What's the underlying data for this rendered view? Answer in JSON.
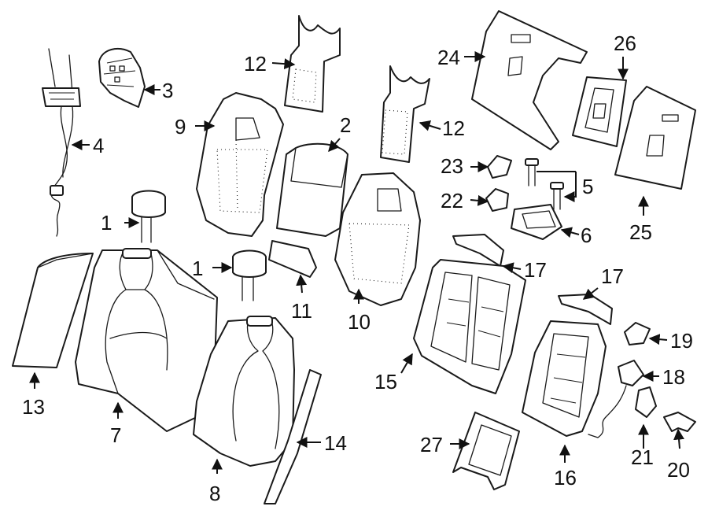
{
  "diagram": {
    "labels": [
      {
        "id": "l1a",
        "text": "1"
      },
      {
        "id": "l1b",
        "text": "1"
      },
      {
        "id": "l2",
        "text": "2"
      },
      {
        "id": "l3",
        "text": "3"
      },
      {
        "id": "l4",
        "text": "4"
      },
      {
        "id": "l5",
        "text": "5"
      },
      {
        "id": "l6",
        "text": "6"
      },
      {
        "id": "l7",
        "text": "7"
      },
      {
        "id": "l8",
        "text": "8"
      },
      {
        "id": "l9",
        "text": "9"
      },
      {
        "id": "l10",
        "text": "10"
      },
      {
        "id": "l11",
        "text": "11"
      },
      {
        "id": "l12a",
        "text": "12"
      },
      {
        "id": "l12b",
        "text": "12"
      },
      {
        "id": "l13",
        "text": "13"
      },
      {
        "id": "l14",
        "text": "14"
      },
      {
        "id": "l15",
        "text": "15"
      },
      {
        "id": "l16",
        "text": "16"
      },
      {
        "id": "l17a",
        "text": "17"
      },
      {
        "id": "l17b",
        "text": "17"
      },
      {
        "id": "l18",
        "text": "18"
      },
      {
        "id": "l19",
        "text": "19"
      },
      {
        "id": "l20",
        "text": "20"
      },
      {
        "id": "l21",
        "text": "21"
      },
      {
        "id": "l22",
        "text": "22"
      },
      {
        "id": "l23",
        "text": "23"
      },
      {
        "id": "l24",
        "text": "24"
      },
      {
        "id": "l25",
        "text": "25"
      },
      {
        "id": "l26",
        "text": "26"
      },
      {
        "id": "l27",
        "text": "27"
      }
    ]
  }
}
